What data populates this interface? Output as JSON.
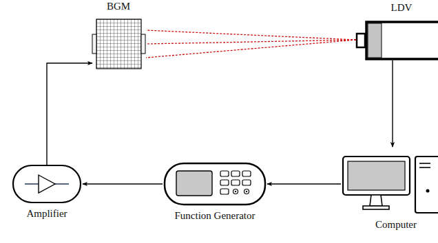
{
  "diagram": {
    "nodes": [
      {
        "text": [
          "BGM"
        ]
      },
      {
        "text": [
          "LDV"
        ]
      },
      {
        "text": [
          "Amplifier"
        ]
      },
      {
        "text": [
          "Function Generator"
        ]
      },
      {
        "text": [
          "Computer"
        ]
      }
    ],
    "edges": [
      {
        "from": 2,
        "to": 0,
        "arrow": "to"
      },
      {
        "from": 1,
        "to": 4,
        "arrow": "to"
      },
      {
        "from": 4,
        "to": 3,
        "arrow": "to"
      },
      {
        "from": 3,
        "to": 2,
        "arrow": "to"
      }
    ]
  }
}
